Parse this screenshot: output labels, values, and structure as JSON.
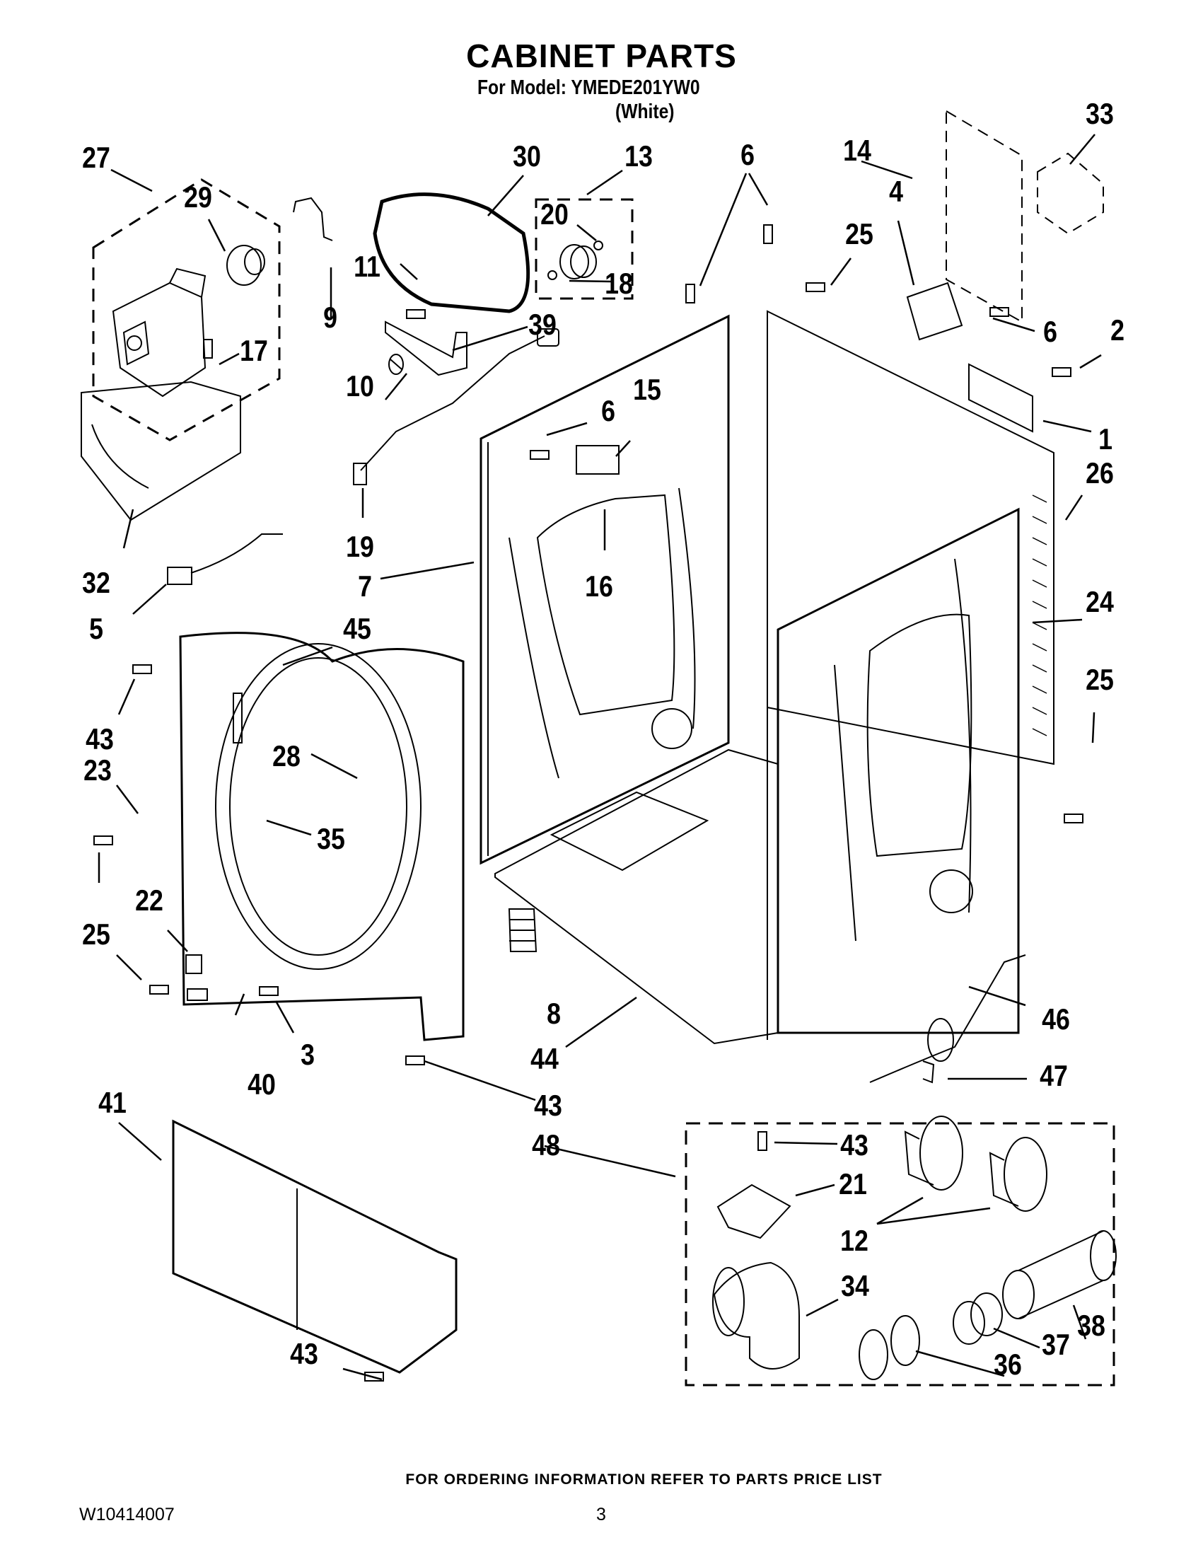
{
  "header": {
    "title": "CABINET PARTS",
    "model_line": "For Model: YMEDE201YW0",
    "color_line": "(White)"
  },
  "callouts": [
    {
      "id": "27",
      "label": "27"
    },
    {
      "id": "29",
      "label": "29"
    },
    {
      "id": "9",
      "label": "9"
    },
    {
      "id": "30",
      "label": "30"
    },
    {
      "id": "13",
      "label": "13"
    },
    {
      "id": "20",
      "label": "20"
    },
    {
      "id": "18",
      "label": "18"
    },
    {
      "id": "11",
      "label": "11"
    },
    {
      "id": "39",
      "label": "39"
    },
    {
      "id": "6a",
      "label": "6"
    },
    {
      "id": "14",
      "label": "14"
    },
    {
      "id": "33",
      "label": "33"
    },
    {
      "id": "25a",
      "label": "25"
    },
    {
      "id": "4",
      "label": "4"
    },
    {
      "id": "6b",
      "label": "6"
    },
    {
      "id": "2",
      "label": "2"
    },
    {
      "id": "1",
      "label": "1"
    },
    {
      "id": "17",
      "label": "17"
    },
    {
      "id": "10",
      "label": "10"
    },
    {
      "id": "6c",
      "label": "6"
    },
    {
      "id": "15",
      "label": "15"
    },
    {
      "id": "26",
      "label": "26"
    },
    {
      "id": "19",
      "label": "19"
    },
    {
      "id": "32",
      "label": "32"
    },
    {
      "id": "7",
      "label": "7"
    },
    {
      "id": "16",
      "label": "16"
    },
    {
      "id": "24",
      "label": "24"
    },
    {
      "id": "5",
      "label": "5"
    },
    {
      "id": "45",
      "label": "45"
    },
    {
      "id": "25b",
      "label": "25"
    },
    {
      "id": "43a",
      "label": "43"
    },
    {
      "id": "23",
      "label": "23"
    },
    {
      "id": "28",
      "label": "28"
    },
    {
      "id": "35",
      "label": "35"
    },
    {
      "id": "22",
      "label": "22"
    },
    {
      "id": "25c",
      "label": "25"
    },
    {
      "id": "8",
      "label": "8"
    },
    {
      "id": "46",
      "label": "46"
    },
    {
      "id": "3",
      "label": "3"
    },
    {
      "id": "44",
      "label": "44"
    },
    {
      "id": "40",
      "label": "40"
    },
    {
      "id": "43b",
      "label": "43"
    },
    {
      "id": "47",
      "label": "47"
    },
    {
      "id": "41",
      "label": "41"
    },
    {
      "id": "48",
      "label": "48"
    },
    {
      "id": "43c",
      "label": "43"
    },
    {
      "id": "21",
      "label": "21"
    },
    {
      "id": "12",
      "label": "12"
    },
    {
      "id": "34",
      "label": "34"
    },
    {
      "id": "38",
      "label": "38"
    },
    {
      "id": "37",
      "label": "37"
    },
    {
      "id": "36",
      "label": "36"
    },
    {
      "id": "43d",
      "label": "43"
    }
  ],
  "footer": {
    "ordering_note": "FOR ORDERING INFORMATION REFER TO PARTS PRICE LIST",
    "document_number": "W10414007",
    "page_number": "3"
  }
}
